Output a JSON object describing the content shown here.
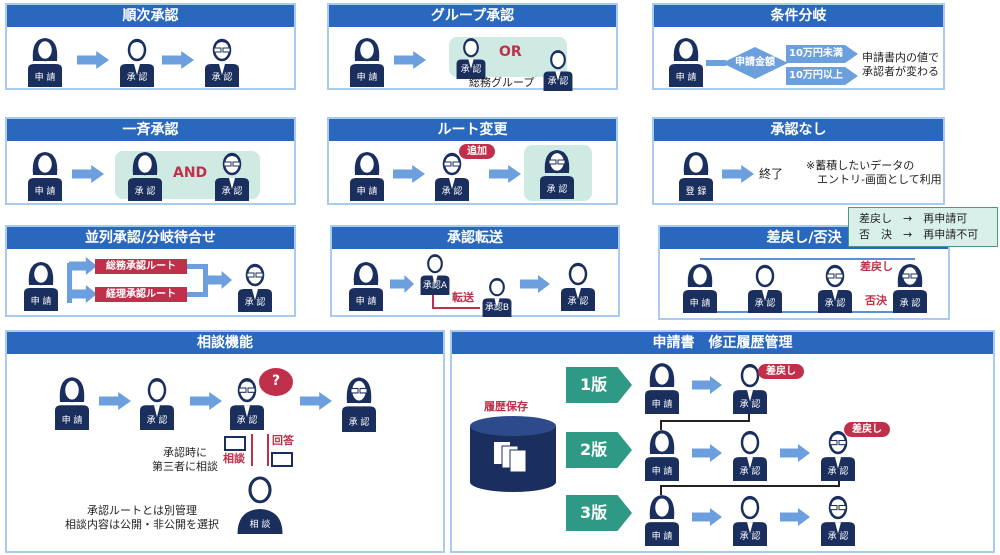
{
  "titles": {
    "sequential": "順次承認",
    "group": "グループ承認",
    "conditional": "条件分岐",
    "simultaneous": "一斉承認",
    "route_change": "ルート変更",
    "no_approval": "承認なし",
    "parallel": "並列承認/分岐待合せ",
    "forward": "承認転送",
    "reject": "差戻し/否決",
    "consult": "相談機能",
    "history": "申請書　修正履歴管理"
  },
  "labels": {
    "apply": "申 請",
    "approve": "承 認",
    "register": "登 録",
    "consult": "相 談",
    "approver_a": "承認A",
    "approver_b": "承認B"
  },
  "group": {
    "or": "OR",
    "group_name": "総務グループ"
  },
  "conditional": {
    "amount": "申請金額",
    "under": "10万円未満",
    "over": "10万円以上",
    "note": "申請書内の値で\n承認者が変わる"
  },
  "simultaneous": {
    "and": "AND"
  },
  "route_change": {
    "added": "追加"
  },
  "no_approval": {
    "end": "終了",
    "note": "※蓄積したいデータの\n　エントリ-画面として利用"
  },
  "parallel": {
    "route1": "総務承認ルート",
    "route2": "経理承認ルート"
  },
  "forward": {
    "forward": "転送"
  },
  "reject": {
    "note_line1": "差戻し　→　再申請可",
    "note_line2": "否　決　→　再申請不可",
    "send_back": "差戻し",
    "reject": "否決"
  },
  "consult": {
    "question": "?",
    "consult": "相談",
    "answer": "回答",
    "note1": "承認時に\n第三者に相談",
    "note2": "承認ルートとは別管理\n相談内容は公開・非公開を選択"
  },
  "history": {
    "storage": "履歴保存",
    "v1": "1版",
    "v2": "2版",
    "v3": "3版",
    "send_back": "差戻し"
  }
}
